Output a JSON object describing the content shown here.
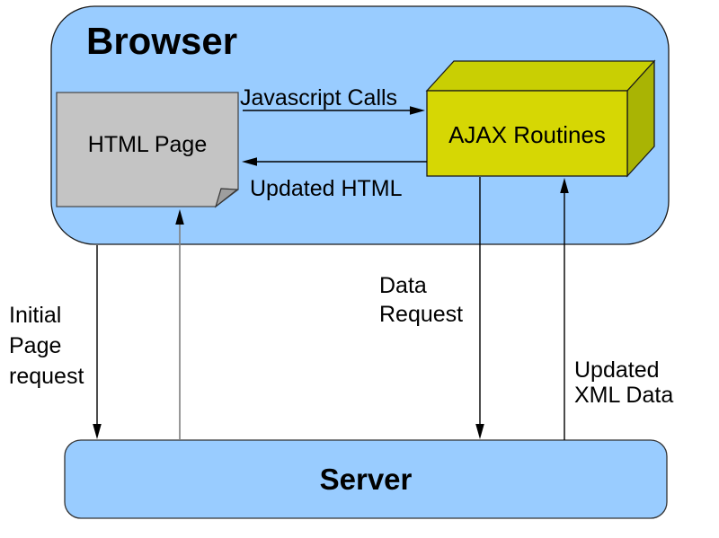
{
  "browser": {
    "label": "Browser"
  },
  "server": {
    "label": "Server"
  },
  "html_page": {
    "label": "HTML Page"
  },
  "ajax_routines": {
    "label": "AJAX Routines"
  },
  "arrows": {
    "javascript_calls": {
      "label": "Javascript Calls"
    },
    "updated_html": {
      "label": "Updated HTML"
    },
    "initial_page_request": {
      "lines": [
        "Initial",
        "Page",
        "request"
      ]
    },
    "data_request": {
      "lines": [
        "Data",
        "Request"
      ]
    },
    "updated_xml_data": {
      "lines": [
        "Updated",
        "XML Data"
      ]
    }
  },
  "colors": {
    "container_fill": "#99CCFF",
    "document_fill": "#C4C4C4",
    "document_fold": "#9E9E9E",
    "box_front": "#D6D704",
    "box_top": "#C9CF03",
    "box_side": "#A9B404",
    "arrow_gray": "#7F7F7F",
    "text": "#000000"
  }
}
